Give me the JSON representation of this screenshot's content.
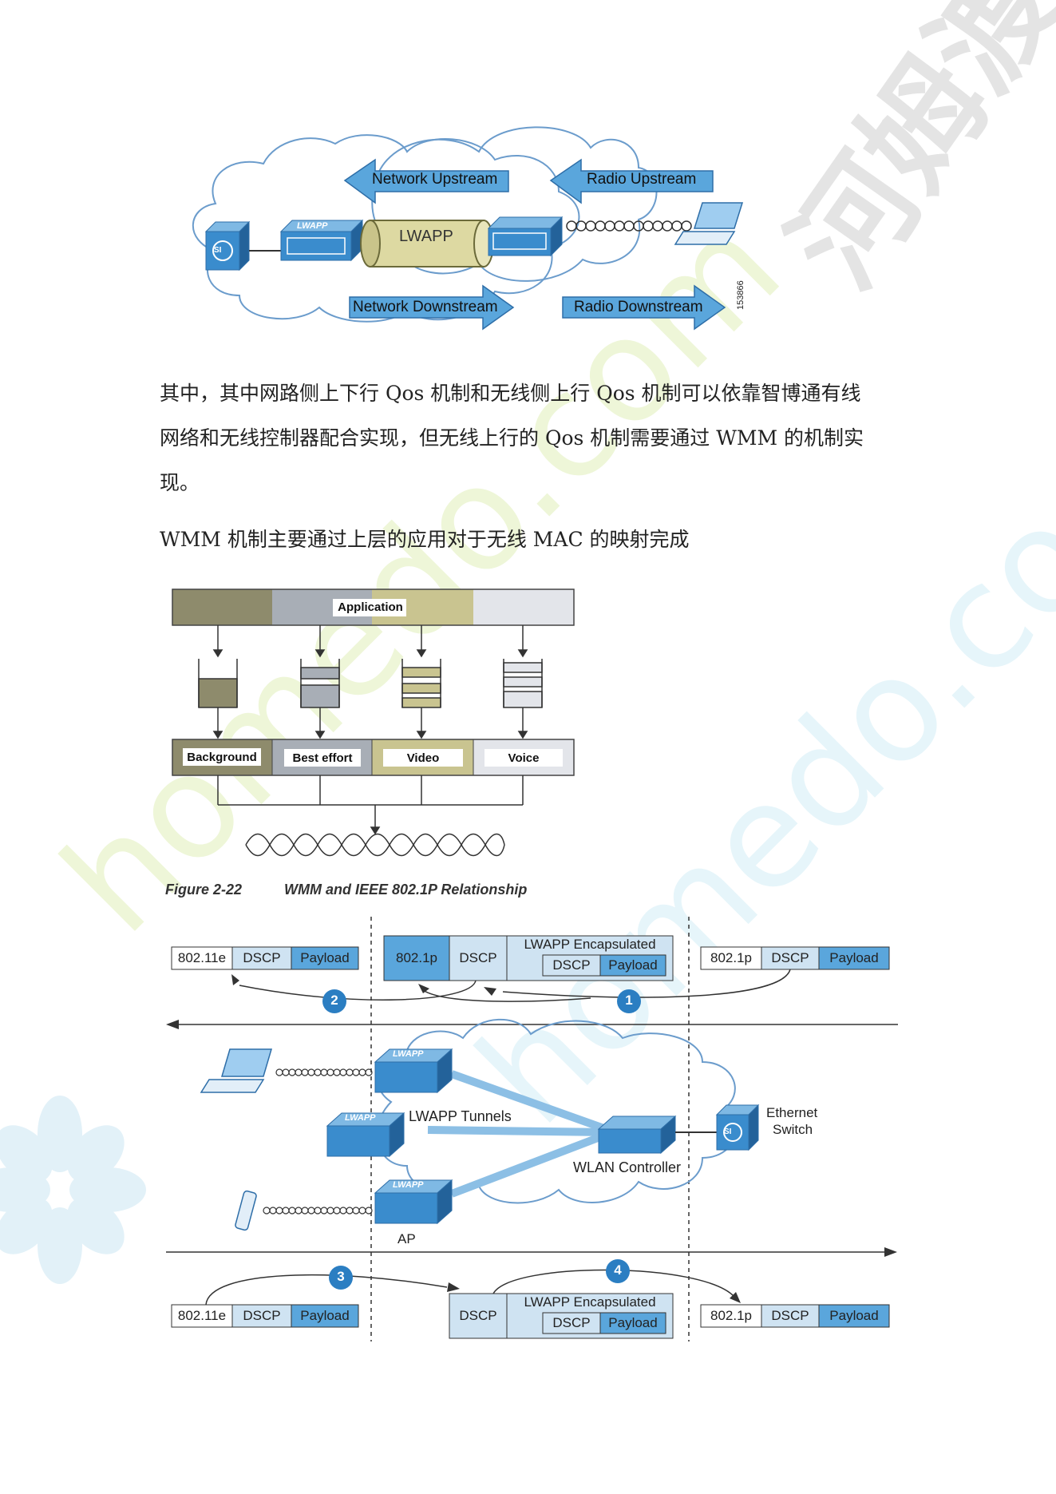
{
  "top_diagram": {
    "network_upstream": "Network Upstream",
    "radio_upstream": "Radio Upstream",
    "lwapp_tube": "LWAPP",
    "lwapp_badge": "LWAPP",
    "network_downstream": "Network Downstream",
    "radio_downstream": "Radio Downstream",
    "figure_id": "153866",
    "si_label": "SI"
  },
  "paragraph1": {
    "line1": "其中，其中网路侧上下行 Qos 机制和无线侧上行 Qos 机制可以依靠智博通有线",
    "line2": "网络和无线控制器配合实现，但无线上行的 Qos 机制需要通过 WMM 的机制实",
    "line3": "现。"
  },
  "paragraph2": "WMM 机制主要通过上层的应用对于无线 MAC 的映射完成",
  "wmm_diagram": {
    "application": "Application",
    "queues": [
      "Background",
      "Best effort",
      "Video",
      "Voice"
    ]
  },
  "figure_caption": {
    "number": "Figure 2-22",
    "title": "WMM and IEEE 802.1P Relationship"
  },
  "relationship_diagram": {
    "top_left": [
      "802.11e",
      "DSCP",
      "Payload"
    ],
    "top_middle": {
      "p8021": "802.1p",
      "dscp": "DSCP",
      "encap": "LWAPP Encapsulated",
      "inner_dscp": "DSCP",
      "inner_payload": "Payload"
    },
    "top_right": [
      "802.1p",
      "DSCP",
      "Payload"
    ],
    "bottom_left": [
      "802.11e",
      "DSCP",
      "Payload"
    ],
    "bottom_middle": {
      "dscp": "DSCP",
      "encap": "LWAPP Encapsulated",
      "inner_dscp": "DSCP",
      "inner_payload": "Payload"
    },
    "bottom_right": [
      "802.1p",
      "DSCP",
      "Payload"
    ],
    "steps": [
      "1",
      "2",
      "3",
      "4"
    ],
    "lwapp_tunnels": "LWAPP Tunnels",
    "wlan_controller": "WLAN Controller",
    "ethernet_switch_1": "Ethernet",
    "ethernet_switch_2": "Switch",
    "ap": "AP",
    "badge": "LWAPP",
    "si_label": "SI"
  },
  "watermark": {
    "brand_cn": "河姆渡",
    "brand_url_1": "homedo.com",
    "brand_url_2": "homedo.com"
  },
  "colors": {
    "arrow_blue": "#5aa6dc",
    "box_blue": "#cfe3f2",
    "dark_blue": "#2b7ec2",
    "bg_olive": "#8e8b6c",
    "best_gray": "#a8aeb6",
    "video_tan": "#c9c490",
    "voice_light": "#e3e5ea"
  }
}
